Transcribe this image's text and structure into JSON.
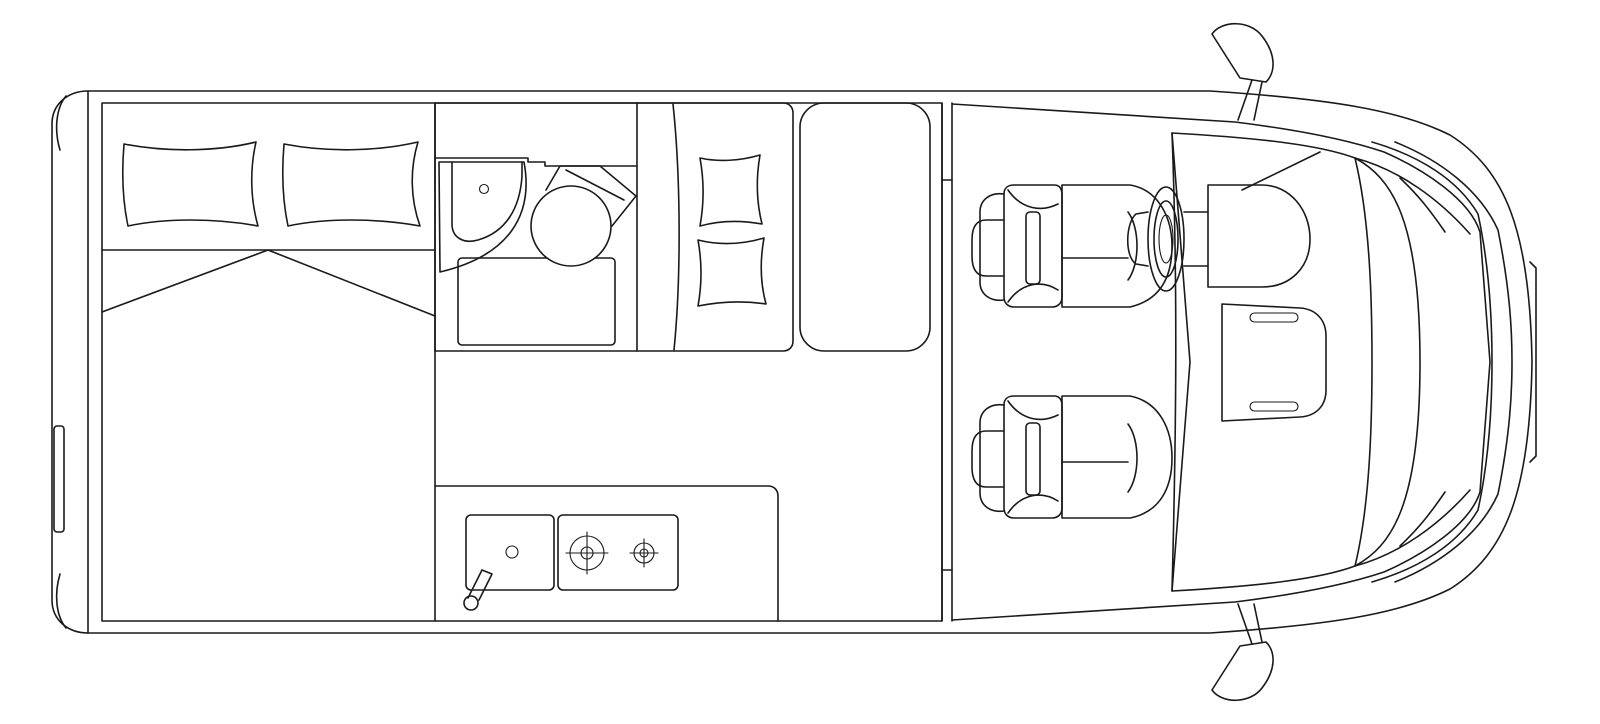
{
  "diagram": {
    "type": "floor-plan",
    "subject": "camper-van",
    "view": "top-down",
    "line_color": "#1a1a1a",
    "background_color": "#ffffff",
    "labels": []
  }
}
